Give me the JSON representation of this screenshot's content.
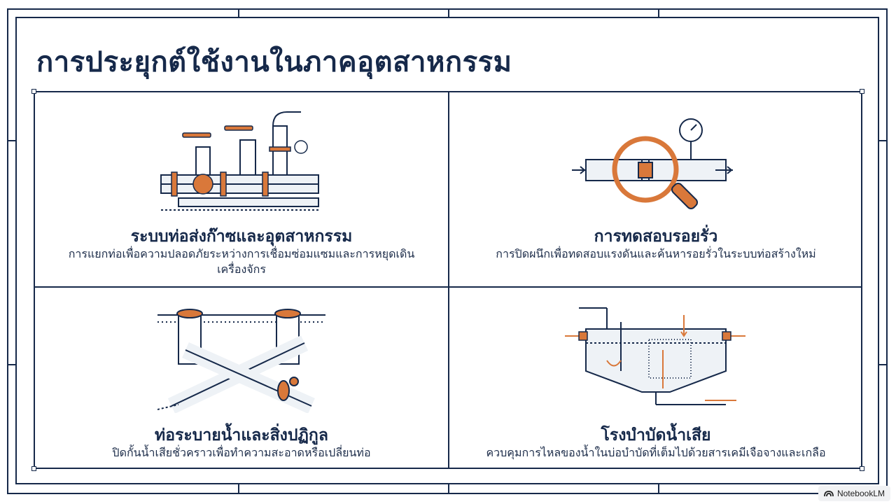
{
  "slide": {
    "title": "การประยุกต์ใช้งานในภาคอุตสาหกรรม"
  },
  "cards": [
    {
      "title": "ระบบท่อส่งก๊าซและอุตสาหกรรม",
      "description": "การแยกท่อเพื่อความปลอดภัยระหว่างการเชื่อมซ่อมแซมและการหยุดเดินเครื่องจักร",
      "icon": "pipeline-valves-illustration"
    },
    {
      "title": "การทดสอบรอยรั่ว",
      "description": "การปิดผนึกเพื่อทดสอบแรงดันและค้นหารอยรั่วในระบบท่อสร้างใหม่",
      "icon": "magnifier-pressure-gauge-illustration"
    },
    {
      "title": "ท่อระบายน้ำและสิ่งปฏิกูล",
      "description": "ปิดกั้นน้ำเสียชั่วคราวเพื่อทำความสะอาดหรือเปลี่ยนท่อ",
      "icon": "sewer-pipes-illustration"
    },
    {
      "title": "โรงบำบัดน้ำเสีย",
      "description": "ควบคุมการไหลของน้ำในบ่อบำบัดที่เต็มไปด้วยสารเคมีเจือจางและเกลือ",
      "icon": "treatment-tank-illustration"
    }
  ],
  "badge": {
    "label": "NotebookLM",
    "icon": "notebooklm-logo-icon"
  },
  "colors": {
    "navy": "#16294a",
    "accent_orange": "#d9783a",
    "background": "#ffffff"
  }
}
